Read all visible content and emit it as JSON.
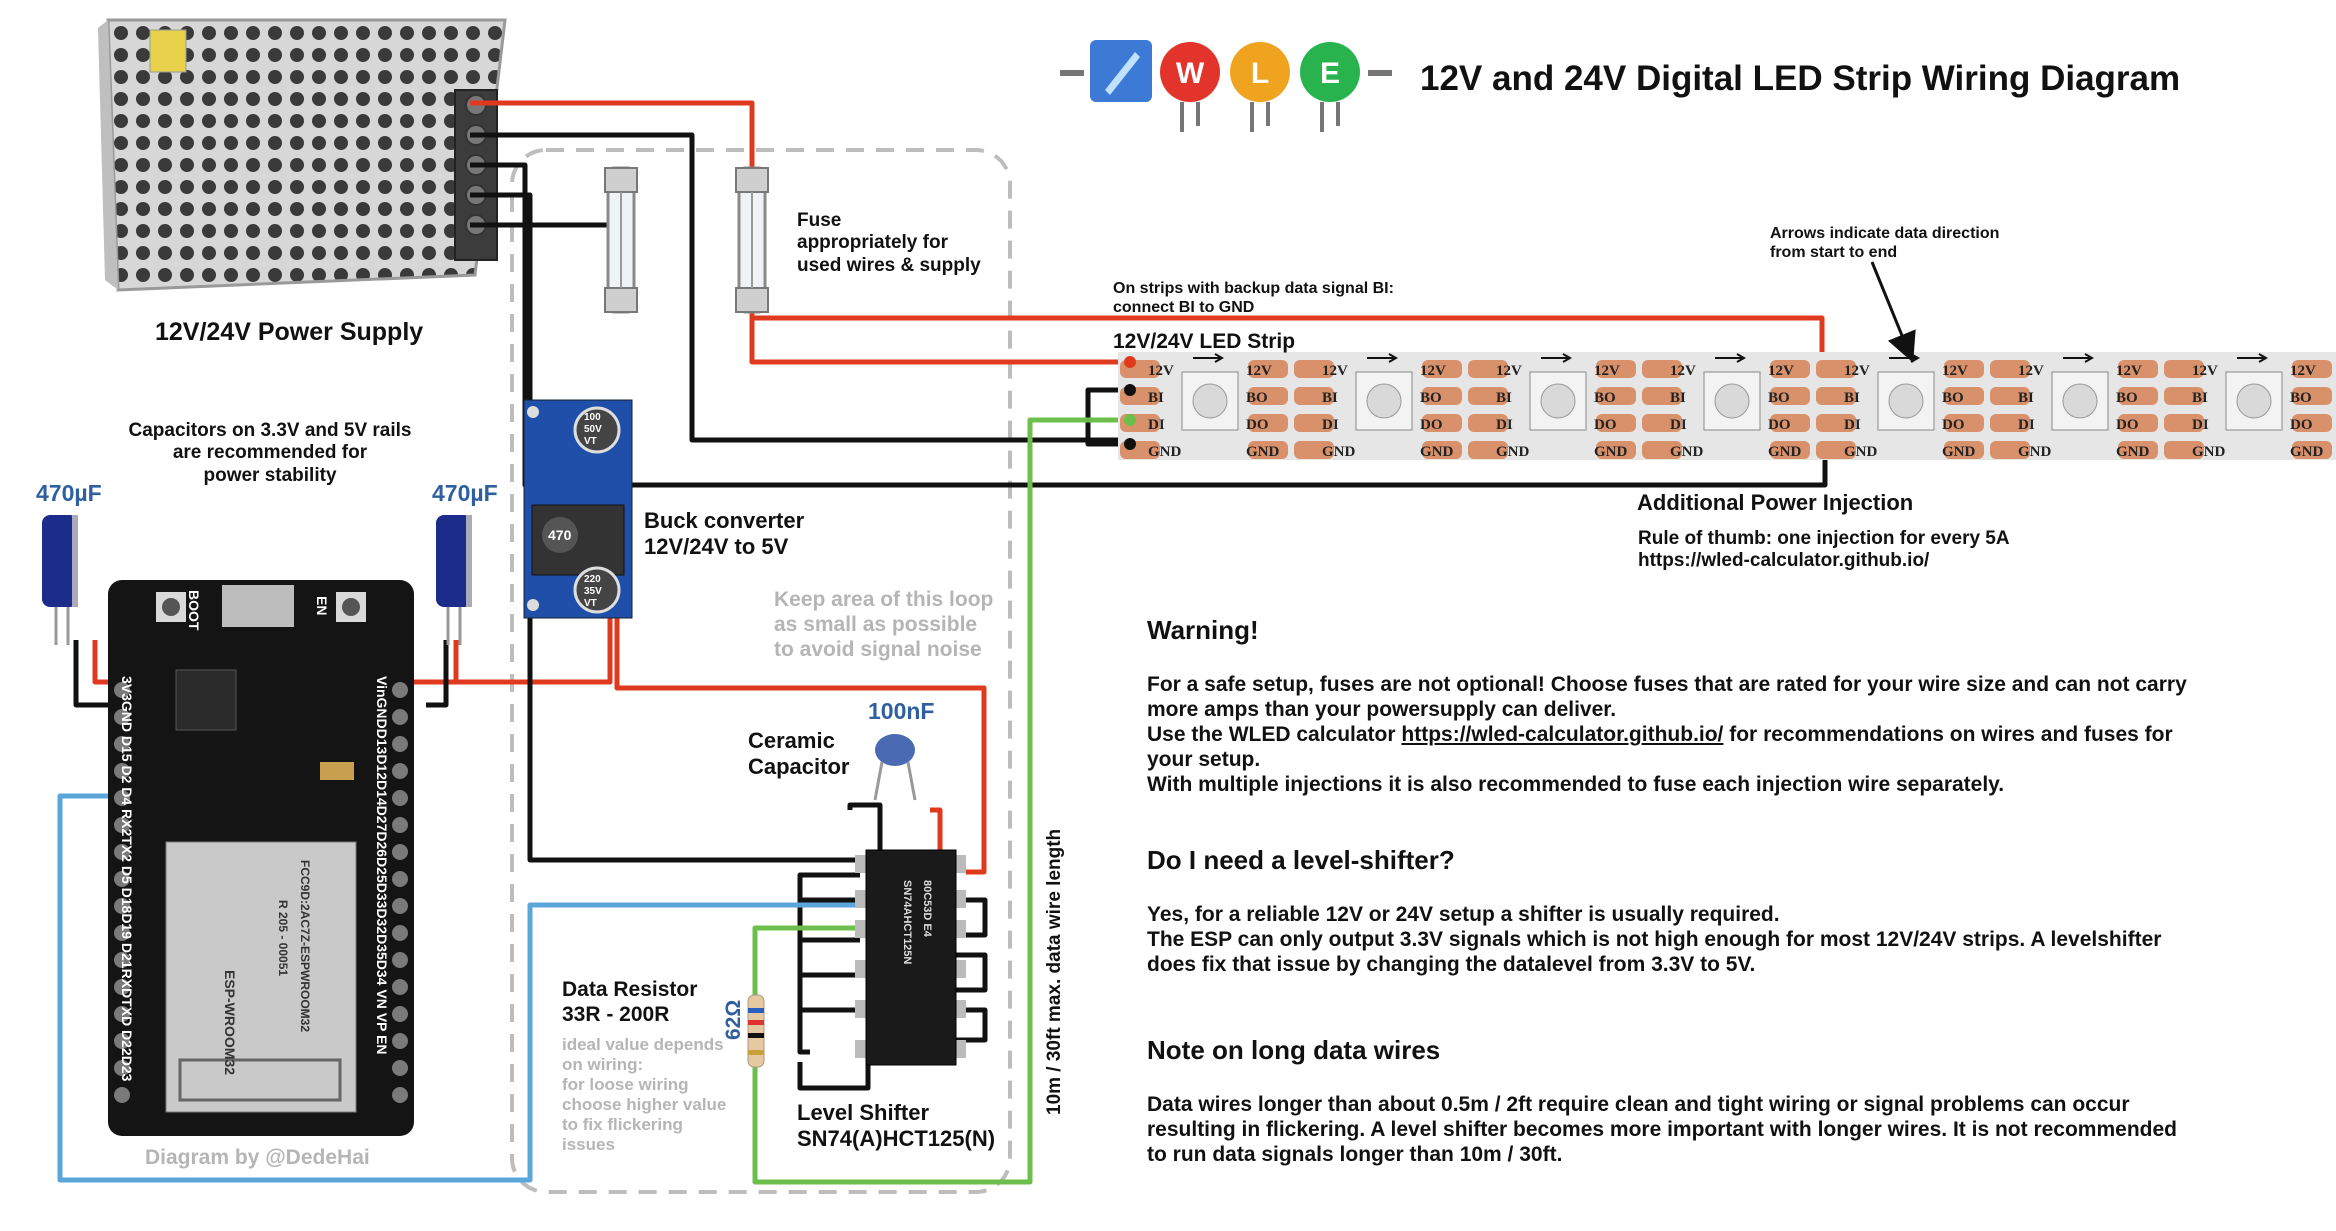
{
  "title": "12V and 24V Digital LED Strip Wiring Diagram",
  "logo": {
    "name": "wled-logo",
    "letters": "WLED"
  },
  "colors": {
    "power_wire": "#e03a1e",
    "ground_wire": "#111111",
    "data_wire_blue": "#5aa6db",
    "data_wire_green": "#6bbf4a",
    "loop_border": "#bdbdbd",
    "strip": "#e6e6e6",
    "pad": "#d9916b",
    "board": "#141414"
  },
  "labels": {
    "power_supply": "12V/24V Power Supply",
    "fuse": [
      "Fuse",
      "appropriately for",
      "used wires & supply"
    ],
    "capacitors_note": [
      "Capacitors on 3.3V and 5V rails",
      "are recommended for",
      "power stability"
    ],
    "cap_left": "470µF",
    "cap_right": "470µF",
    "buck": [
      "Buck converter",
      "12V/24V to 5V"
    ],
    "loop_note": [
      "Keep area of this loop",
      "as small as possible",
      "to avoid signal noise"
    ],
    "ceramic_value": "100nF",
    "ceramic": [
      "Ceramic",
      "Capacitor"
    ],
    "data_resistor": [
      "Data Resistor",
      "33R - 200R"
    ],
    "resistor_note": [
      "ideal value depends",
      "on wiring:",
      "for loose wiring",
      "choose higher value",
      "to fix flickering",
      "issues"
    ],
    "resistor_value": "62Ω",
    "level_shifter": [
      "Level Shifter",
      "SN74(A)HCT125(N)"
    ],
    "data_length": "10m / 30ft max. data wire length",
    "backup_note": [
      "On strips with backup data signal BI:",
      "connect BI to GND"
    ],
    "strip": "12V/24V LED Strip",
    "arrows_note": [
      "Arrows indicate data direction",
      "from start to end"
    ],
    "injection": "Additional Power Injection",
    "rule": [
      "Rule of thumb: one injection for every 5A",
      "https://wled-calculator.github.io/"
    ],
    "credit": "Diagram by @DedeHai",
    "esp_left_pins": "3V3GND D15 D2 D4 RX2TX2 D5 D18D19 D21RXDTXD D22D23",
    "esp_right_pins": "VinGNDD13D12D14D27D26D25D33D32D35D34 VN VP EN",
    "esp_boot": "BOOT",
    "esp_en": "EN",
    "chip_marks": [
      "80C53D E4",
      "SN74AHCT125N"
    ],
    "module_marks": [
      "FCC9D:2AC7Z-ESPWROOM32",
      "R 205 - 00051",
      "ESP-WROOM32"
    ],
    "buck_marks": {
      "cap_top": [
        "100",
        "50V",
        "VT"
      ],
      "inductor": "470",
      "cap_bottom": [
        "220",
        "35V",
        "VT"
      ]
    }
  },
  "strip_pads": {
    "start": [
      "12V",
      "BI",
      "DI",
      "GND"
    ],
    "end": [
      "12V",
      "BO",
      "DO",
      "GND"
    ]
  },
  "sections": [
    {
      "heading": "Warning!",
      "paragraphs": [
        "For a safe setup, fuses are not optional! Choose fuses that are rated for your wire size and can not carry more amps than your powersupply can deliver.",
        "Use the WLED calculator |https://wled-calculator.github.io/| for recommendations on wires and fuses for your setup.",
        "With multiple injections it is also recommended to fuse each injection wire separately."
      ]
    },
    {
      "heading": "Do I need a level-shifter?",
      "paragraphs": [
        "Yes, for a reliable 12V or 24V setup a shifter is usually required.",
        "The ESP can only output 3.3V signals which is not high enough for most 12V/24V strips. A levelshifter does fix that issue by changing the datalevel from 3.3V to 5V."
      ]
    },
    {
      "heading": "Note on long data wires",
      "paragraphs": [
        "Data wires longer than about 0.5m / 2ft require clean and tight wiring or signal problems can occur resulting in flickering. A level shifter becomes more important with longer wires. It is not recommended to run data signals longer than 10m / 30ft."
      ]
    }
  ]
}
